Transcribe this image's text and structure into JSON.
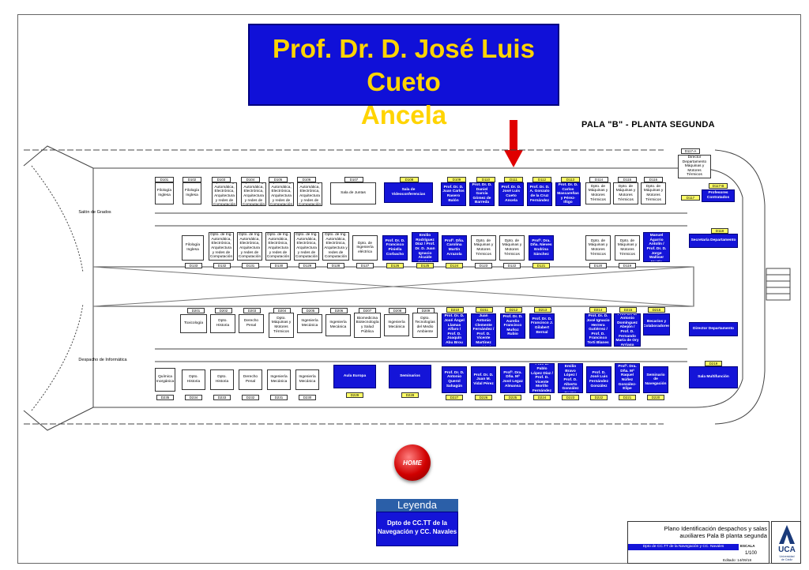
{
  "header": {
    "title_line1": "Prof. Dr. D. José Luis Cueto",
    "title_line2": "Ancela",
    "subtitle": "PALA \"B\" - PLANTA SEGUNDA"
  },
  "colors": {
    "title_bg": "#1414d8",
    "title_text": "#ffd400",
    "highlight": "#1414d8",
    "code_highlight": "#ffff66",
    "arrow": "#e00000",
    "home": "#d00000"
  },
  "large_rooms": {
    "salon_grados": "Salón de Grados",
    "despacho_informatica": "Despacho de Informática"
  },
  "row1": {
    "codes": [
      "D101",
      "D102",
      "D103",
      "D104",
      "D105",
      "D106",
      "D107",
      "D108",
      "D109",
      "D110",
      "D111",
      "D112",
      "D113",
      "D114",
      "D115",
      "D116",
      "D117-A",
      "D117-B",
      "D117"
    ],
    "rooms": [
      "Filología Inglesa",
      "Filología Inglesa",
      "Dpto. de Ing. Automática, Electrónica, Arquitectura y redes de Computación",
      "Dpto. de Ing. Automática, Electrónica, Arquitectura y redes de Computación",
      "Dpto. de Ing. Automática, Electrónica, Arquitectura y redes de Computación",
      "Dpto. de Ing. Automática, Electrónica, Arquitectura y redes de Computación",
      "Sala de Juntas",
      "Sala de Videoconferencias",
      "Prof. Dr. D. Juan Carlos Rasero Balón",
      "Prof. Dr. D. Daniel García Gómez de Barreda",
      "Prof. Dr. D. José Luis Cueto Ancela",
      "Prof. Dr. D. A. Gonzalo de la Cruz Fernández",
      "Prof. Dr. D. Carlos Mascareñas y Pérez-Iñigo",
      "Dpto. de Máquinas y Motores Térmicos",
      "Dpto. de Máquinas y Motores Térmicos",
      "Dpto. de Máquinas y Motores Térmicos",
      "Director Departamento Máquinas y Motores Térmicos",
      "Profesores Contratados"
    ]
  },
  "row2": {
    "codes": [
      "D133",
      "D132",
      "D131",
      "D130",
      "D129",
      "D128",
      "D127",
      "D126",
      "D125",
      "D124",
      "D123",
      "D122",
      "D121",
      "D120",
      "D119",
      "D118"
    ],
    "rooms": [
      "Filología Inglesa",
      "Dpto. de Ing. Automática, Electrónica, Arquitectura y redes de Computación",
      "Dpto. de Ing. Automática, Electrónica, Arquitectura y redes de Computación",
      "Dpto. de Ing. Automática, Electrónica, Arquitectura y redes de Computación",
      "Dpto. de Ing. Automática, Electrónica, Arquitectura y redes de Computación",
      "Dpto. de Ing. Automática, Electrónica, Arquitectura y redes de Computación",
      "Dpto. de Ingeniería eléctrica",
      "Prof. Dr. D. Francisco Piniella Corbacho",
      "Prof. Dr. D. Emilio Rodríguez Díaz / Prof. Dr. D. Juan Ignacio Alcaide Jiménez",
      "Profª. Dña. Carolina Martín Arrazola",
      "Dpto. de Máquinas y Motores Térmicos",
      "Dpto. de Máquinas y Motores Térmicos",
      "Profª. Dra. Dña. Nieves Endrina Sánchez",
      "Dpto. de Máquinas y Motores Térmicos",
      "Dpto. de Máquinas y Motores Térmicos",
      "Prof. Dr. D. Manuel Ágarrio Antolín / Prof. Dr. D. Jorge Walliser Martín",
      "Secretaría Departamento"
    ]
  },
  "row3": {
    "codes": [
      "D201",
      "D202",
      "D203",
      "D204",
      "D205",
      "D206",
      "D207",
      "D208",
      "D209",
      "D210",
      "D211",
      "D212",
      "D213",
      "D214",
      "D215",
      "D216"
    ],
    "rooms": [
      "Toxicología",
      "Dpto. Historia",
      "Derecho Penal",
      "Dpto. Máquinas y Motores Térmicos",
      "Ingeniería Mecánica",
      "Ingeniería Mecánica",
      "Biomedicina Biotecnología y Salud Pública",
      "Ingeniería Mecánica",
      "Dpto. Tecnologías del Medio Ambiente",
      "Prof. Dr. D. José Ángel Llamas Alfaro / Prof. D. Joaquín Abu Brou",
      "Prof. Dr. D. Juan Antonio Clemente Fernández / Prof. D. Vicente Martínez Caridad",
      "Prof. Dr. D. Aurelio Francisco Muñoz Rubio",
      "Prof. Dr. D. Francisco J. Gilabert Bernal",
      "Prof. Dr. D. José Ignacio Herrera Gutiérrez / Prof. D. Francisco Torti Blanes",
      "Prof. Dr. D. Antonio Domínguez Abejón / Prof. D. Fernando María de Ory Arriaga",
      "Becarios y Colaboradores",
      "Director Departamento"
    ]
  },
  "row4": {
    "codes": [
      "D235",
      "D234",
      "D233",
      "D232",
      "D231",
      "D230",
      "D229",
      "D228",
      "D227",
      "D226",
      "D225",
      "D224",
      "D223",
      "D222",
      "D221",
      "D220",
      "D219"
    ],
    "rooms": [
      "Química Inorgánica",
      "Dpto. Historia",
      "Dpto. Historia",
      "Derecho Penal",
      "Ingeniería Mecánica",
      "Ingeniería Mecánica",
      "Aula Europa",
      "Seminarios",
      "Prof. Dr. D. Antonio Querol Sahagún",
      "Prof. Dr. D. Juan M. Vidal Pérez",
      "Profª. Dra. Dña. Mª José Legaz Almansa",
      "Prof. D. Pablo López Díaz / Prof. D. Vicente Morillo Fernández",
      "Prof. Dr. D. Emilio Bravo López / Prof. D. Alberto González Castro",
      "Prof. D. José Luis Fernández González",
      "Profª. Dra. Dña. Mª Raquel Núñez González-Elipe",
      "Seminario de Navegación",
      "Sala Multifunción"
    ]
  },
  "home_label": "HOME",
  "legend": {
    "title": "Leyenda",
    "line1": "Dpto de CC.TT de la",
    "line2": "Navegación y CC. Navales"
  },
  "cartouche": {
    "title_line1": "Plano Identificación despachos y salas",
    "title_line2": "auxiliares Pala B planta segunda",
    "dept": "Dpto de CC.TT de la Navegación y CC. Navales",
    "escala_label": "ESCALA",
    "escala_value": "1/100",
    "editado": "Editado: 14/09/18"
  },
  "logo": {
    "text": "UCA",
    "sub_line1": "Universidad",
    "sub_line2": "de Cádiz"
  }
}
